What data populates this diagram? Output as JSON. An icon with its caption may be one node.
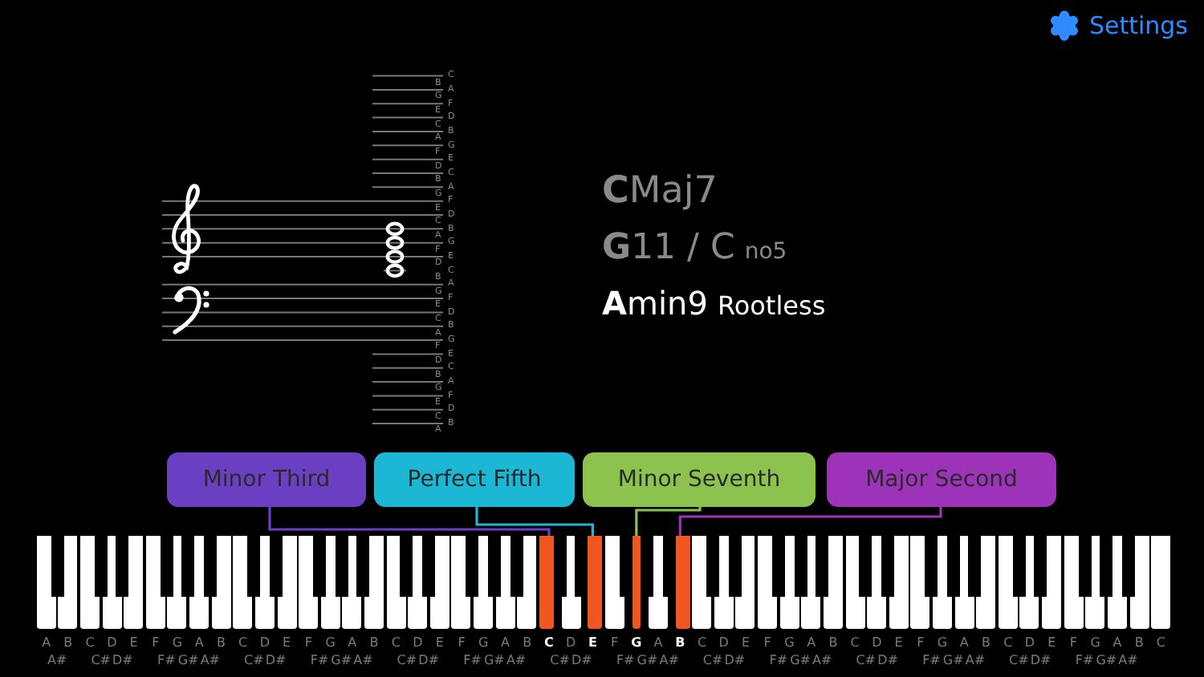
{
  "diagram": {
    "nodes": [
      {
        "text": [
          "Minor Third"
        ]
      },
      {
        "text": [
          "Perfect Fifth"
        ]
      },
      {
        "text": [
          "Minor Seventh"
        ]
      },
      {
        "text": [
          "Major Second"
        ]
      },
      {
        "text": [],
        "shape": "box"
      },
      {
        "text": [],
        "shape": "box"
      },
      {
        "text": [],
        "shape": "box"
      },
      {
        "text": [],
        "shape": "box"
      }
    ],
    "edges": [
      {
        "from": 0,
        "to": 4,
        "arrow": "none",
        "color": "#6b3fc2"
      },
      {
        "from": 1,
        "to": 5,
        "arrow": "none",
        "color": "#1db7d6"
      },
      {
        "from": 2,
        "to": 6,
        "arrow": "none",
        "color": "#8cc34f"
      },
      {
        "from": 3,
        "to": 7,
        "arrow": "none",
        "color": "#9d33b8"
      }
    ],
    "labels": [
      "Settings",
      "C",
      "B",
      "A",
      "G",
      "F",
      "E",
      "D",
      "C",
      "B",
      "A",
      "G",
      "F",
      "E",
      "D",
      "C",
      "B",
      "A",
      "G",
      "F",
      "E",
      "D",
      "C",
      "B",
      "A",
      "G",
      "F",
      "E",
      "D",
      "C",
      "B",
      "A",
      "G",
      "F",
      "E",
      "D",
      "C",
      "B",
      "A",
      "G",
      "F",
      "E",
      "D",
      "C",
      "B",
      "A",
      "G",
      "F",
      "E",
      "D",
      "C",
      "B",
      "A",
      "**C**Maj7",
      "**G**11 / C",
      "no5",
      "**A**min9",
      "Rootless",
      "A",
      "B",
      "C",
      "D",
      "E",
      "F",
      "G",
      "A",
      "B",
      "C",
      "D",
      "E",
      "F",
      "G",
      "A",
      "B",
      "C",
      "D",
      "E",
      "F",
      "G",
      "A",
      "B",
      "C",
      "D",
      "E",
      "F",
      "G",
      "A",
      "B",
      "C",
      "D",
      "E",
      "F",
      "G",
      "A",
      "B",
      "C",
      "D",
      "E",
      "F",
      "G",
      "A",
      "B",
      "C",
      "D",
      "E",
      "F",
      "G",
      "A",
      "B",
      "C",
      "A#",
      "C#",
      "D#",
      "F#",
      "G#",
      "A#",
      "C#",
      "D#",
      "F#",
      "G#",
      "A#",
      "C#",
      "D#",
      "F#",
      "G#",
      "A#",
      "C#",
      "D#",
      "F#",
      "G#",
      "A#",
      "C#",
      "D#",
      "F#",
      "G#",
      "A#",
      "C#",
      "D#",
      "F#",
      "G#",
      "A#",
      "C#",
      "D#",
      "F#",
      "G#",
      "A#"
    ]
  }
}
